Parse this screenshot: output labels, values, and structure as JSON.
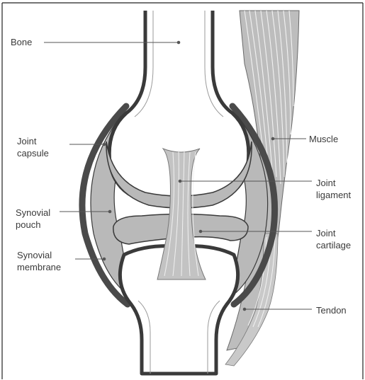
{
  "labels": {
    "bone": "Bone",
    "joint_capsule": [
      "Joint",
      "capsule"
    ],
    "synovial_pouch": [
      "Synovial",
      "pouch"
    ],
    "synovial_membrane": [
      "Synovial",
      "membrane"
    ],
    "muscle": "Muscle",
    "joint_ligament": [
      "Joint",
      "ligament"
    ],
    "joint_cartilage": [
      "Joint",
      "cartilage"
    ],
    "tendon": "Tendon"
  },
  "colors": {
    "outline": "#3a3a3a",
    "fill_gray": "#b9b9b9",
    "fill_light": "#d9d9d9",
    "bone": "#ffffff",
    "frame": "#222222"
  }
}
